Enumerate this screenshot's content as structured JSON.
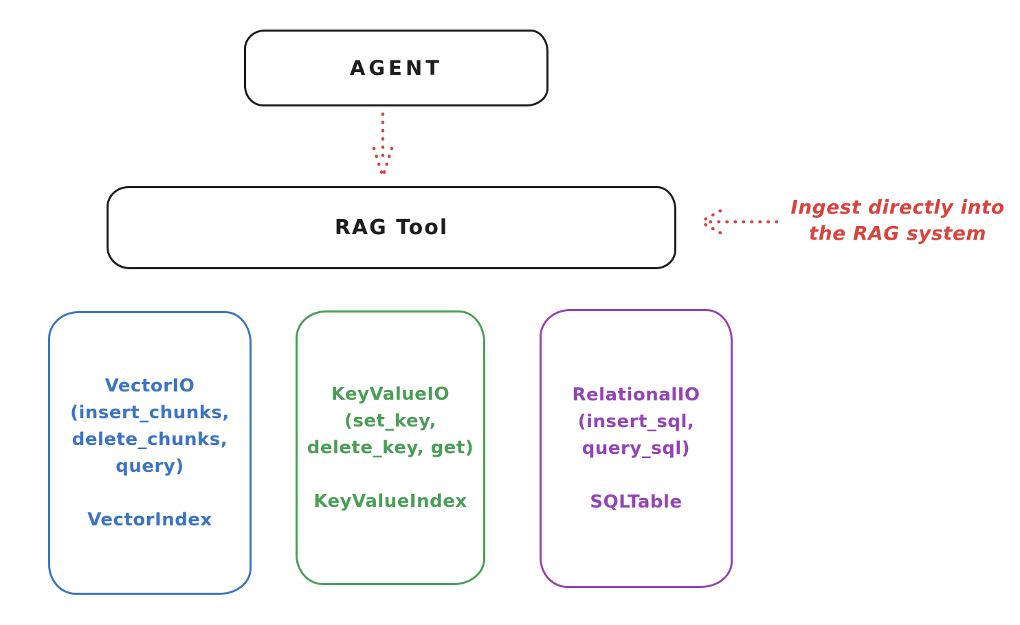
{
  "canvas": {
    "background": "#ffffff",
    "ink_color": "#1e1e1e",
    "accent_red": "#d9433c"
  },
  "nodes": {
    "agent": {
      "label": "AGENT"
    },
    "rag_tool": {
      "label": "RAG Tool"
    }
  },
  "annotation": {
    "text": "Ingest directly into\nthe RAG system",
    "color": "#d9433c"
  },
  "arrows": [
    {
      "name": "agent-to-rag-tool",
      "style": "dotted",
      "color": "#d9433c",
      "direction": "down"
    },
    {
      "name": "annotation-to-rag-tool",
      "style": "dotted",
      "color": "#d9433c",
      "direction": "left"
    }
  ],
  "stores": [
    {
      "title": "VectorIO",
      "methods": "(insert_chunks,\ndelete_chunks,\nquery)",
      "index_label": "VectorIndex",
      "color": "#3b74c4"
    },
    {
      "title": "KeyValueIO",
      "methods": "(set_key,\ndelete_key, get)",
      "index_label": "KeyValueIndex",
      "color": "#4a9e56"
    },
    {
      "title": "RelationalIO",
      "methods": "(insert_sql,\nquery_sql)",
      "index_label": "SQLTable",
      "color": "#9443b8"
    }
  ]
}
